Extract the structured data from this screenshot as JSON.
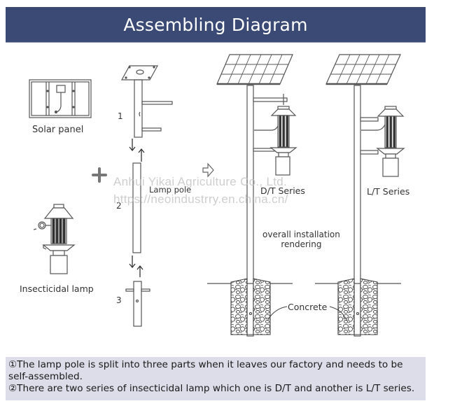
{
  "header": {
    "title": "Assembling Diagram"
  },
  "components": {
    "solar_panel_label": "Solar panel",
    "lamp_pole_label": "Lamp pole",
    "insecticidal_lamp_label": "Insecticidal lamp",
    "pole_part_numbers": [
      "1",
      "2",
      "3"
    ]
  },
  "rendering": {
    "dt_series_label": "D/T Series",
    "lt_series_label": "L/T Series",
    "caption_line1": "overall installation",
    "caption_line2": "rendering",
    "concrete_label": "Concrete"
  },
  "watermark": {
    "line1": "Anhui Yikai Agriculture Co., Ltd.",
    "line2": "https://neoindustrry.en.china.cn/"
  },
  "notes": [
    "①The lamp pole is split into three parts when it leaves our factory and needs to be self-assembled.",
    "②There are two series of insecticidal lamp which one is D/T and another is L/T series."
  ],
  "colors": {
    "header_bg": "#3a4a75",
    "footer_bg": "#dcdde8",
    "line": "#555555"
  }
}
